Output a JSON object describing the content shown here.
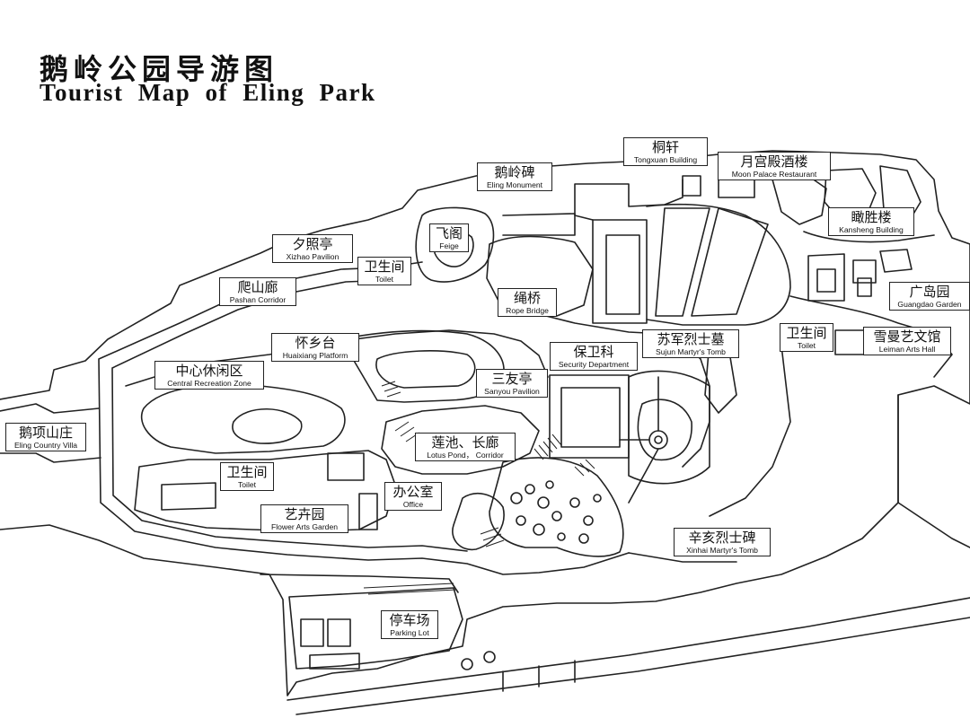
{
  "title": {
    "zh": "鹅岭公园导游图",
    "en": "Tourist Map of Eling Park"
  },
  "places": [
    {
      "id": "tongxuan",
      "zh": "桐轩",
      "en": "Tongxuan Building"
    },
    {
      "id": "moon-palace",
      "zh": "月宫殿酒楼",
      "en": "Moon Palace Restaurant"
    },
    {
      "id": "eling-monument",
      "zh": "鹅岭碑",
      "en": "Eling Monument"
    },
    {
      "id": "kansheng",
      "zh": "瞰胜楼",
      "en": "Kansheng Building"
    },
    {
      "id": "feige",
      "zh": "飞阁",
      "en": "Feige"
    },
    {
      "id": "xizhao",
      "zh": "夕照亭",
      "en": "Xizhao Pavilion"
    },
    {
      "id": "toilet-1",
      "zh": "卫生间",
      "en": "Toilet"
    },
    {
      "id": "pashan",
      "zh": "爬山廊",
      "en": "Pashan Corridor"
    },
    {
      "id": "rope-bridge",
      "zh": "绳桥",
      "en": "Rope Bridge"
    },
    {
      "id": "guangdao",
      "zh": "广岛园",
      "en": "Guangdao Garden"
    },
    {
      "id": "toilet-2",
      "zh": "卫生间",
      "en": "Toilet"
    },
    {
      "id": "leiman",
      "zh": "雪曼艺文馆",
      "en": "Leiman Arts Hall"
    },
    {
      "id": "huaixiang",
      "zh": "怀乡台",
      "en": "Huaixiang Platform"
    },
    {
      "id": "security",
      "zh": "保卫科",
      "en": "Security Department"
    },
    {
      "id": "sujun",
      "zh": "苏军烈士墓",
      "en": "Sujun Martyr's Tomb"
    },
    {
      "id": "central-rec",
      "zh": "中心休闲区",
      "en": "Central Recreation Zone"
    },
    {
      "id": "sanyou",
      "zh": "三友亭",
      "en": "Sanyou Pavilion"
    },
    {
      "id": "eling-villa",
      "zh": "鹅项山庄",
      "en": "Eling Country Villa"
    },
    {
      "id": "lotus",
      "zh": "莲池、长廊",
      "en": "Lotus Pond， Corridor"
    },
    {
      "id": "toilet-3",
      "zh": "卫生间",
      "en": "Toilet"
    },
    {
      "id": "office",
      "zh": "办公室",
      "en": "Office"
    },
    {
      "id": "flower-arts",
      "zh": "艺卉园",
      "en": "Flower Arts Garden"
    },
    {
      "id": "xinhai",
      "zh": "辛亥烈士碑",
      "en": "Xinhai Martyr's Tomb"
    },
    {
      "id": "parking",
      "zh": "停车场",
      "en": "Parking Lot"
    }
  ]
}
